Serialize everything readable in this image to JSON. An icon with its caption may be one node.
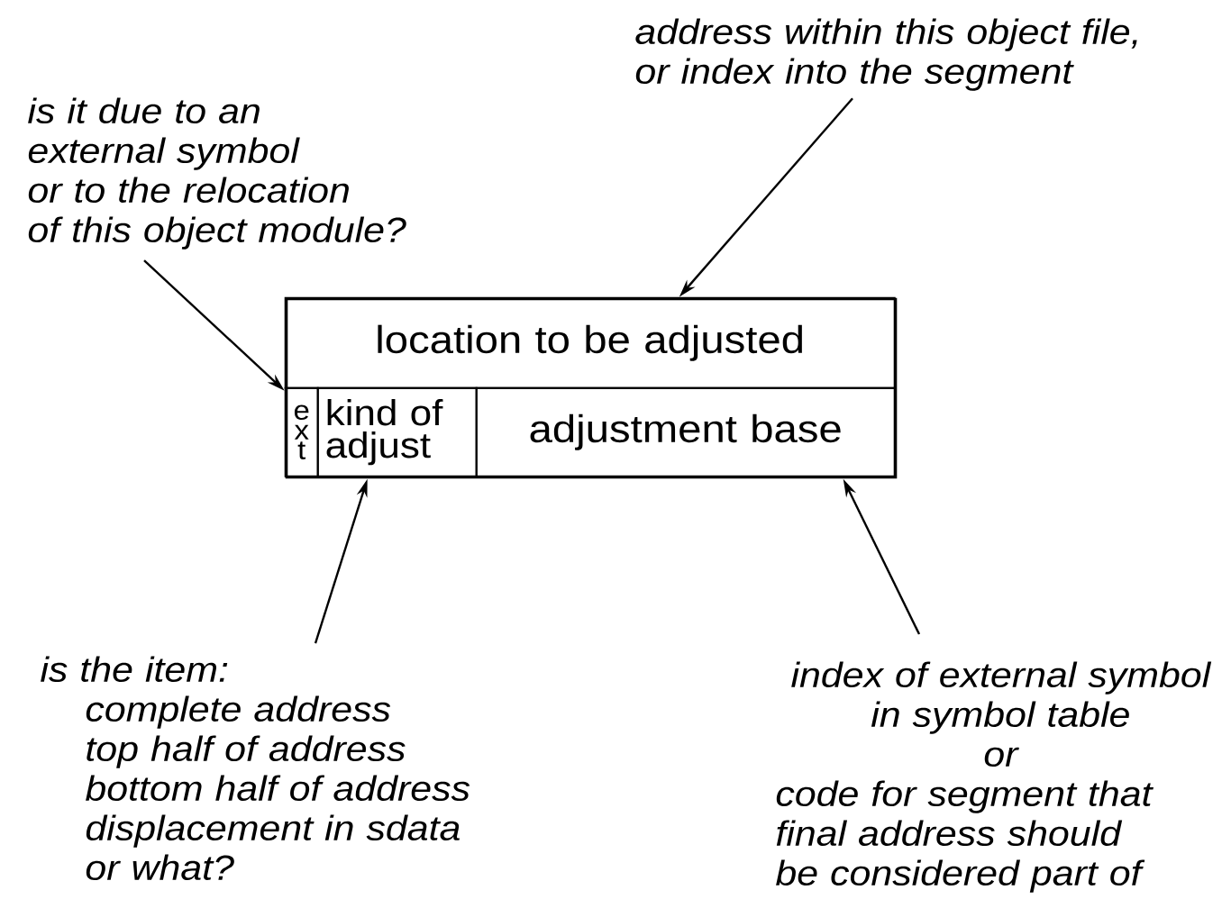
{
  "diagram": {
    "nodes": [
      {
        "text": [],
        "shape": "box"
      },
      {
        "text": [
          "location to be adjusted"
        ],
        "in": 0
      },
      {
        "text": [
          "ext"
        ],
        "in": 0
      },
      {
        "text": [
          "kind of adjust"
        ],
        "in": 0
      },
      {
        "text": [
          "adjustment base"
        ],
        "in": 0
      },
      {
        "text": [
          "is it due to an external symbol or to the relocation of this object module?"
        ]
      },
      {
        "text": [
          "address within this object file, or index into the segment"
        ]
      },
      {
        "text": [
          "is the item:",
          "complete address",
          "top half of address",
          "bottom half of address",
          "displacement in sdata",
          "or what?"
        ]
      },
      {
        "text": [
          "index of external symbol in symbol table",
          "or",
          "code for segment that final address should be considered part of"
        ]
      }
    ],
    "edges": [
      {
        "from": 5,
        "to": 2,
        "arrow": "to"
      },
      {
        "from": 6,
        "to": 1,
        "arrow": "to"
      },
      {
        "from": 7,
        "to": 3,
        "arrow": "to"
      },
      {
        "from": 8,
        "to": 4,
        "arrow": "to"
      }
    ]
  }
}
